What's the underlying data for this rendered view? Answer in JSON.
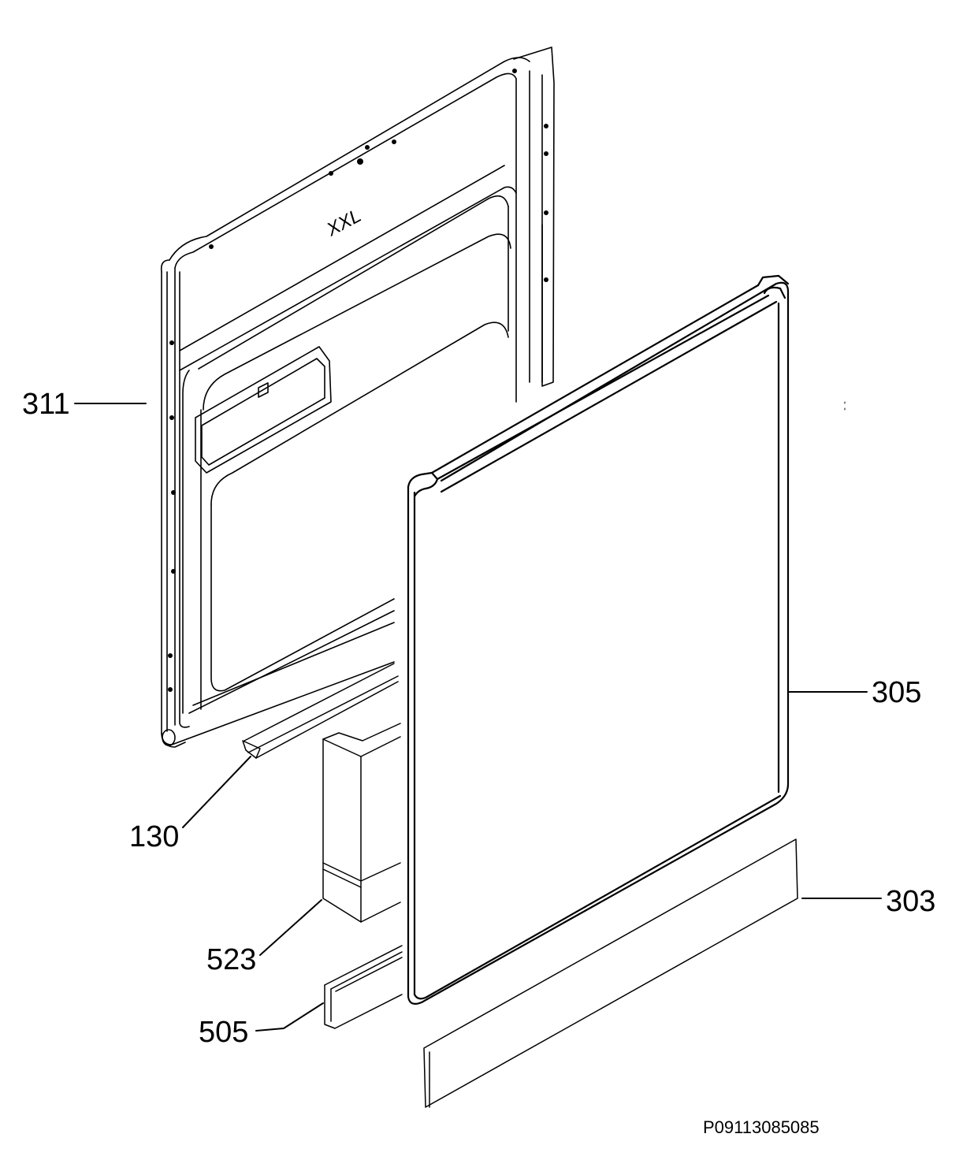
{
  "diagram": {
    "panel_marking": "XXL",
    "callouts": {
      "c311": "311",
      "c305": "305",
      "c130": "130",
      "c303": "303",
      "c523": "523",
      "c505": "505"
    },
    "drawing_code": "P09113085085"
  }
}
